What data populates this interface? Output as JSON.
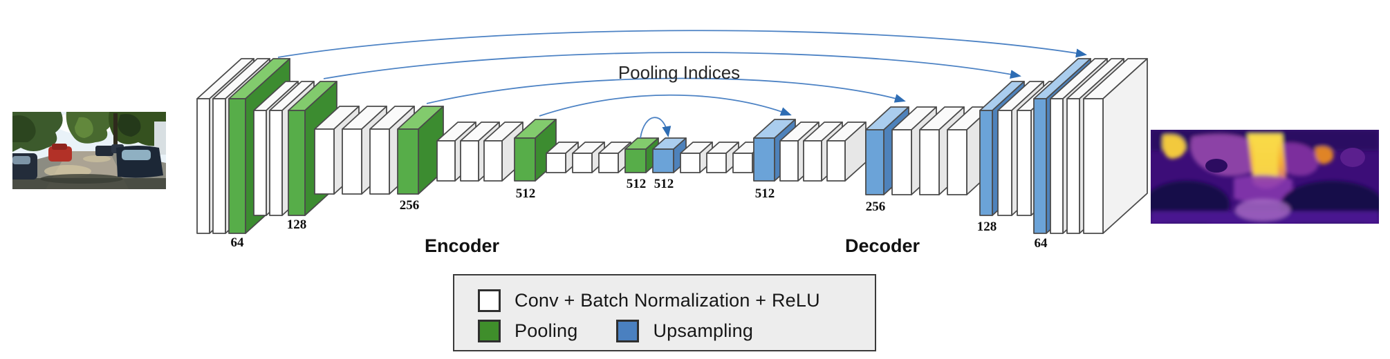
{
  "labels": {
    "pooling_indices": "Pooling Indices",
    "encoder": "Encoder",
    "decoder": "Decoder"
  },
  "legend": {
    "items": [
      {
        "id": "conv",
        "label": "Conv + Batch Normalization + ReLU",
        "color": "#ffffff"
      },
      {
        "id": "pooling",
        "label": "Pooling",
        "color": "#3f8e2b"
      },
      {
        "id": "upsampling",
        "label": "Upsampling",
        "color": "#4a80c0"
      }
    ]
  },
  "colors": {
    "outline": "#4a4a4a",
    "arc": "#4c82c4",
    "arrowhead": "#2e6db4",
    "conv": {
      "front": "#ffffff",
      "top": "#fafafa",
      "side": "#e7e7e7"
    },
    "pool": {
      "front": "#57ad49",
      "top": "#82cb6d",
      "side": "#3c8c30"
    },
    "upsample": {
      "front": "#6ba3d8",
      "top": "#aacdee",
      "side": "#4e82bb"
    },
    "output": {
      "front": "#ffffff",
      "top": "#fafafa",
      "side": "#f2f2f2"
    }
  },
  "architecture": {
    "stages": [
      {
        "name": "enc-1",
        "label": "64",
        "blocks": [
          "conv",
          "conv",
          "pool"
        ]
      },
      {
        "name": "enc-2",
        "label": "128",
        "blocks": [
          "conv",
          "conv",
          "pool"
        ]
      },
      {
        "name": "enc-3",
        "label": "256",
        "blocks": [
          "conv",
          "conv",
          "conv",
          "pool"
        ]
      },
      {
        "name": "enc-4",
        "label": "512",
        "blocks": [
          "conv",
          "conv",
          "conv",
          "pool"
        ]
      },
      {
        "name": "enc-5",
        "label": "512",
        "blocks": [
          "conv",
          "conv",
          "conv",
          "pool"
        ]
      },
      {
        "name": "dec-5",
        "label": "512",
        "blocks": [
          "upsample",
          "conv",
          "conv",
          "conv"
        ]
      },
      {
        "name": "dec-4",
        "label": "512",
        "blocks": [
          "upsample",
          "conv",
          "conv",
          "conv"
        ]
      },
      {
        "name": "dec-3",
        "label": "256",
        "blocks": [
          "upsample",
          "conv",
          "conv",
          "conv"
        ]
      },
      {
        "name": "dec-2",
        "label": "128",
        "blocks": [
          "upsample",
          "conv",
          "conv"
        ]
      },
      {
        "name": "dec-1",
        "label": "64",
        "blocks": [
          "upsample",
          "conv",
          "conv",
          "output"
        ]
      }
    ]
  }
}
